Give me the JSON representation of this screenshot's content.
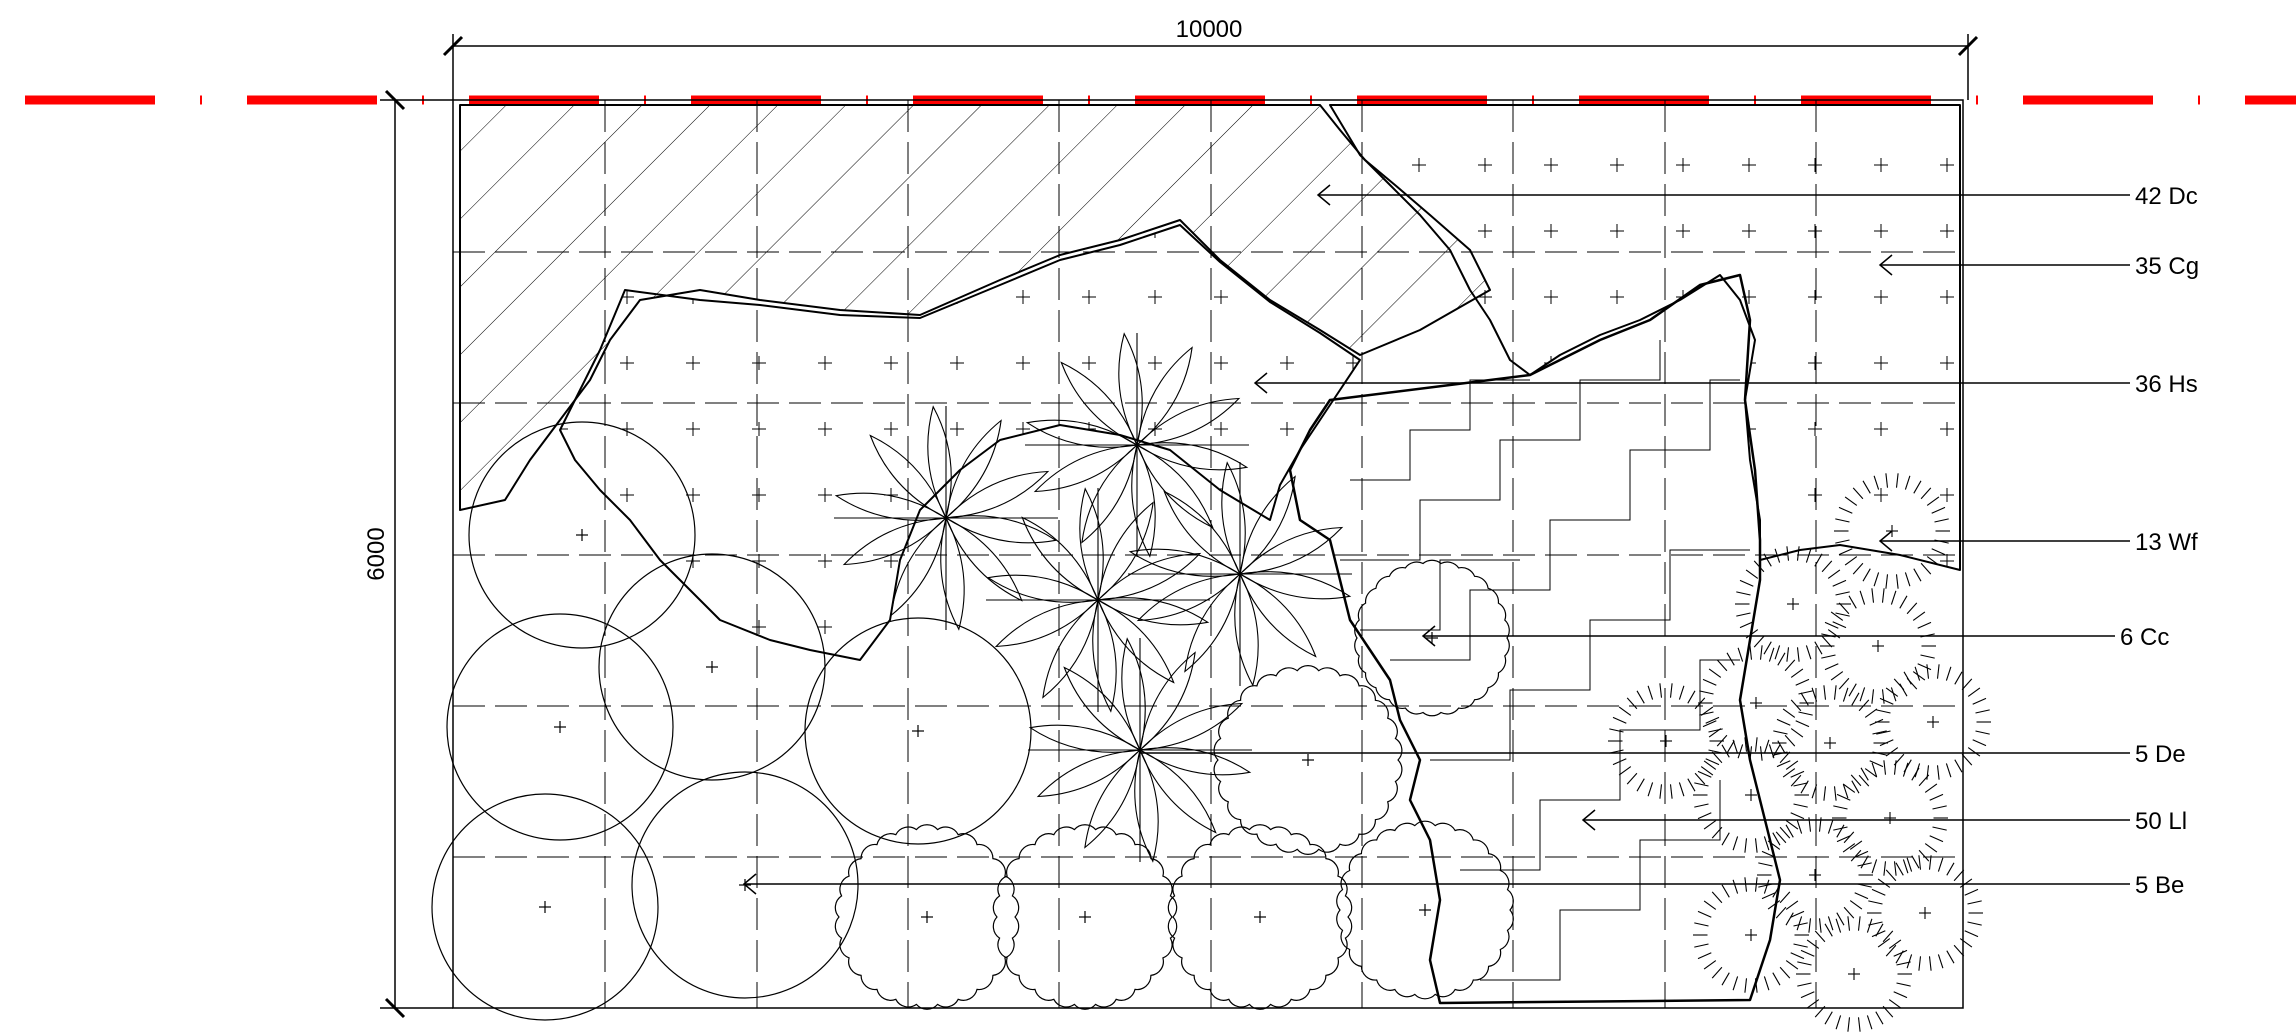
{
  "dimensions": {
    "width_label": "10000",
    "height_label": "6000"
  },
  "boundary_line": {
    "color": "#ff0000"
  },
  "plant_labels": [
    {
      "code": "42 Dc"
    },
    {
      "code": "35 Cg"
    },
    {
      "code": "36 Hs"
    },
    {
      "code": "13 Wf"
    },
    {
      "code": "6 Cc"
    },
    {
      "code": "5 De"
    },
    {
      "code": "50 Ll"
    },
    {
      "code": "5 Be"
    }
  ]
}
